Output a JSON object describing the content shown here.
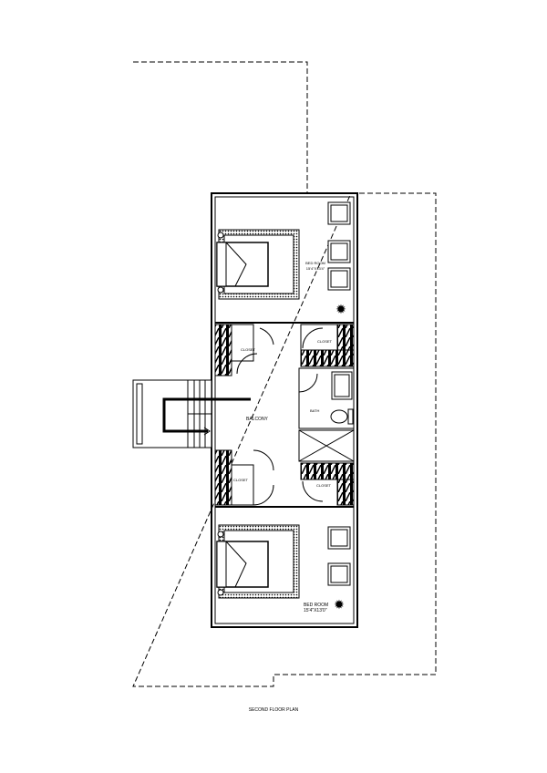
{
  "drawing": {
    "title": "SECOND FLOOR PLAN",
    "rooms": {
      "bedroom_top": {
        "name": "BED ROOM",
        "size": "15'4\"X13'4\""
      },
      "bedroom_bottom": {
        "name": "BED ROOM",
        "size": "15'4\"X13'0\""
      },
      "closet_top_left": "CLOSET",
      "closet_top_right": "CLOSET",
      "closet_bottom_left": "CLOSET",
      "closet_bottom_right": "CLOSET",
      "bath": "BATH",
      "balcony": "BALCONY"
    }
  }
}
